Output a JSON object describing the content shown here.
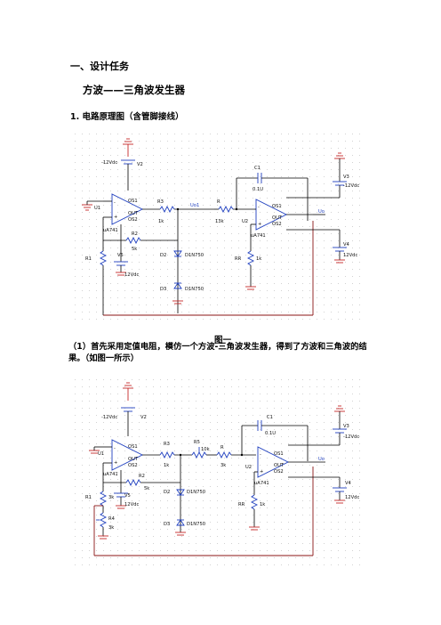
{
  "doc": {
    "heading": "一、设计任务",
    "subtitle": "方波——三角波发生器",
    "section": "1.  电路原理图（含管脚接线）",
    "figure_caption": "图一",
    "paragraph": "（1）首先采用定值电阻，模仿一个方波-三角波发生器，得到了方波和三角波的结果。（如图一所示）"
  },
  "schematic1": {
    "labels": {
      "v2_val": "-12Vdc",
      "v2": "V2",
      "u1": "U1",
      "uA741_1": "uA741",
      "r3": "R3",
      "r3_val": "1k",
      "net_uo1": "Uo1",
      "r": "R",
      "r_val": "13k",
      "c1": "C1",
      "c1_val": "0.1U",
      "u2": "U2",
      "uA741_2": "uA741",
      "rr": "RR",
      "rr_val": "1k",
      "net_uo": "Uo",
      "v3": "V3",
      "v3_val": "-12Vdc",
      "v4": "V4",
      "v4_val": "12Vdc",
      "r2": "R2",
      "r2_val": "5k",
      "r1": "R1",
      "v5": "V5",
      "v5_val": "12Vdc",
      "d2": "D2",
      "d2_val": "D1N750",
      "d3": "D3",
      "d3_val": "D1N750"
    }
  },
  "schematic2": {
    "labels": {
      "v2_val": "-12Vdc",
      "v2": "V2",
      "u1": "U1",
      "uA741_1": "uA741",
      "r3": "R3",
      "r3_val": "1k",
      "r5": "R5",
      "r5_val": "10k",
      "r": "R",
      "r_val": "3k",
      "c1": "C1",
      "c1_val": "0.1U",
      "u2": "U2",
      "uA741_2": "uA741",
      "rr": "RR",
      "rr_val": "1k",
      "net_uo": "Uo",
      "v3": "V3",
      "v3_val": "-12Vdc",
      "v4": "V4",
      "v4_val": "12Vdc",
      "r2": "R2",
      "r2_val": "5k",
      "r1": "R1",
      "r1_val": "3k",
      "r4": "R4",
      "r4_val": "3k",
      "v5": "V5",
      "v5_val": "12Vdc",
      "d2": "D2",
      "d2_val": "D1N750",
      "d3": "D3",
      "d3_val": "D1N750"
    }
  }
}
